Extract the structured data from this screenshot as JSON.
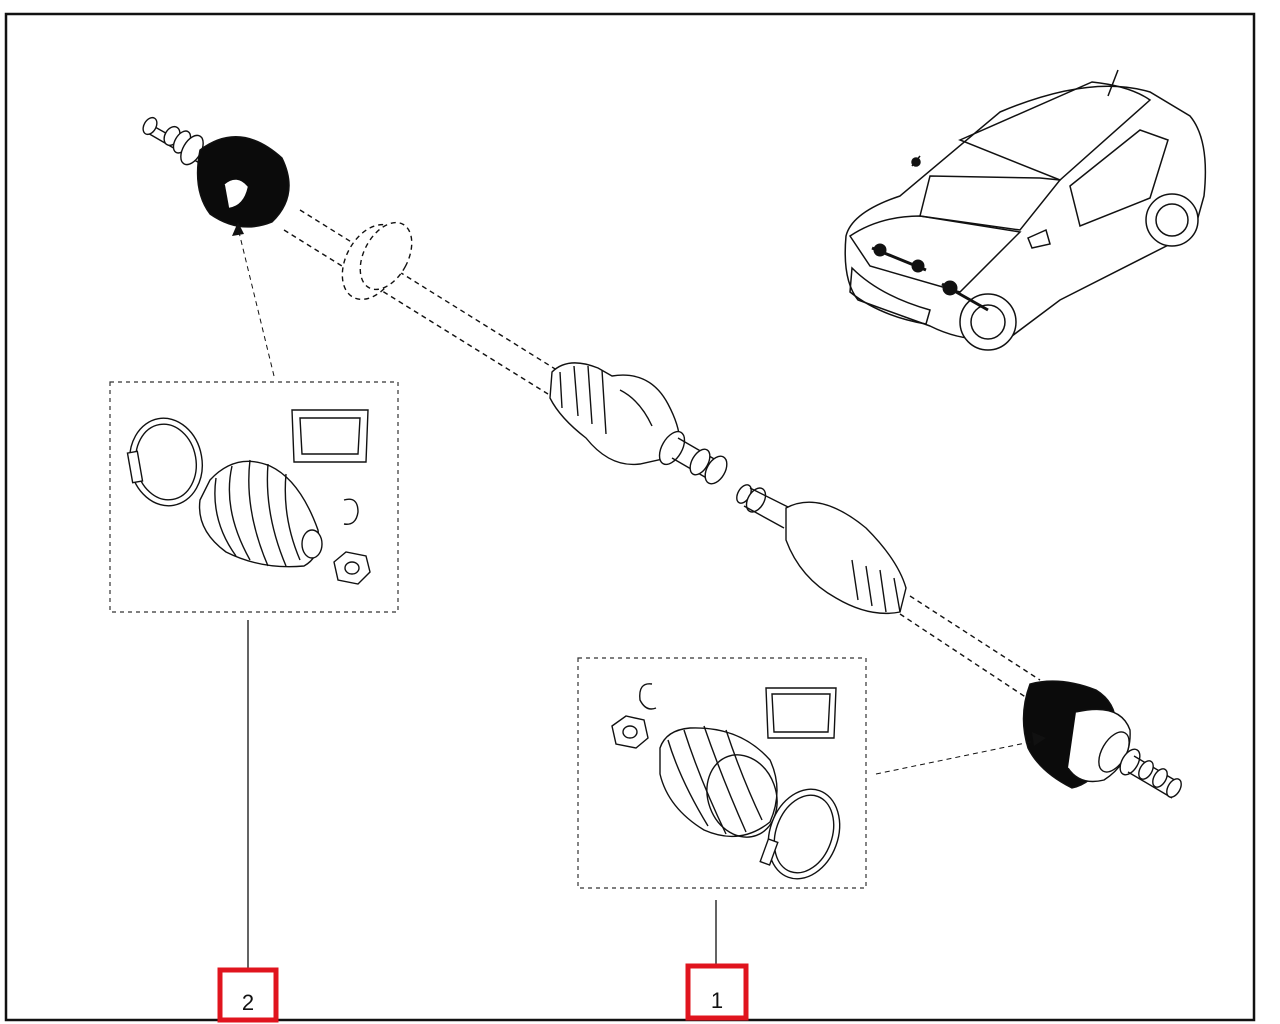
{
  "diagram": {
    "callouts": [
      {
        "id": "1",
        "label": "1",
        "box_color": "#e0141e",
        "points_to": "outer-cv-joint-boot-kit"
      },
      {
        "id": "2",
        "label": "2",
        "box_color": "#e0141e",
        "points_to": "inner-cv-joint-boot-kit"
      }
    ],
    "parts": [
      {
        "name": "drive-shaft-assembly"
      },
      {
        "name": "cv-joint-boot-kit",
        "contents": [
          "clamp-ring",
          "boot",
          "snap-ring",
          "hub-nut",
          "grease-packet"
        ]
      },
      {
        "name": "vehicle-location-view"
      }
    ],
    "colors": {
      "line": "#111111",
      "highlight_box": "#e0141e",
      "background": "#ffffff"
    }
  }
}
